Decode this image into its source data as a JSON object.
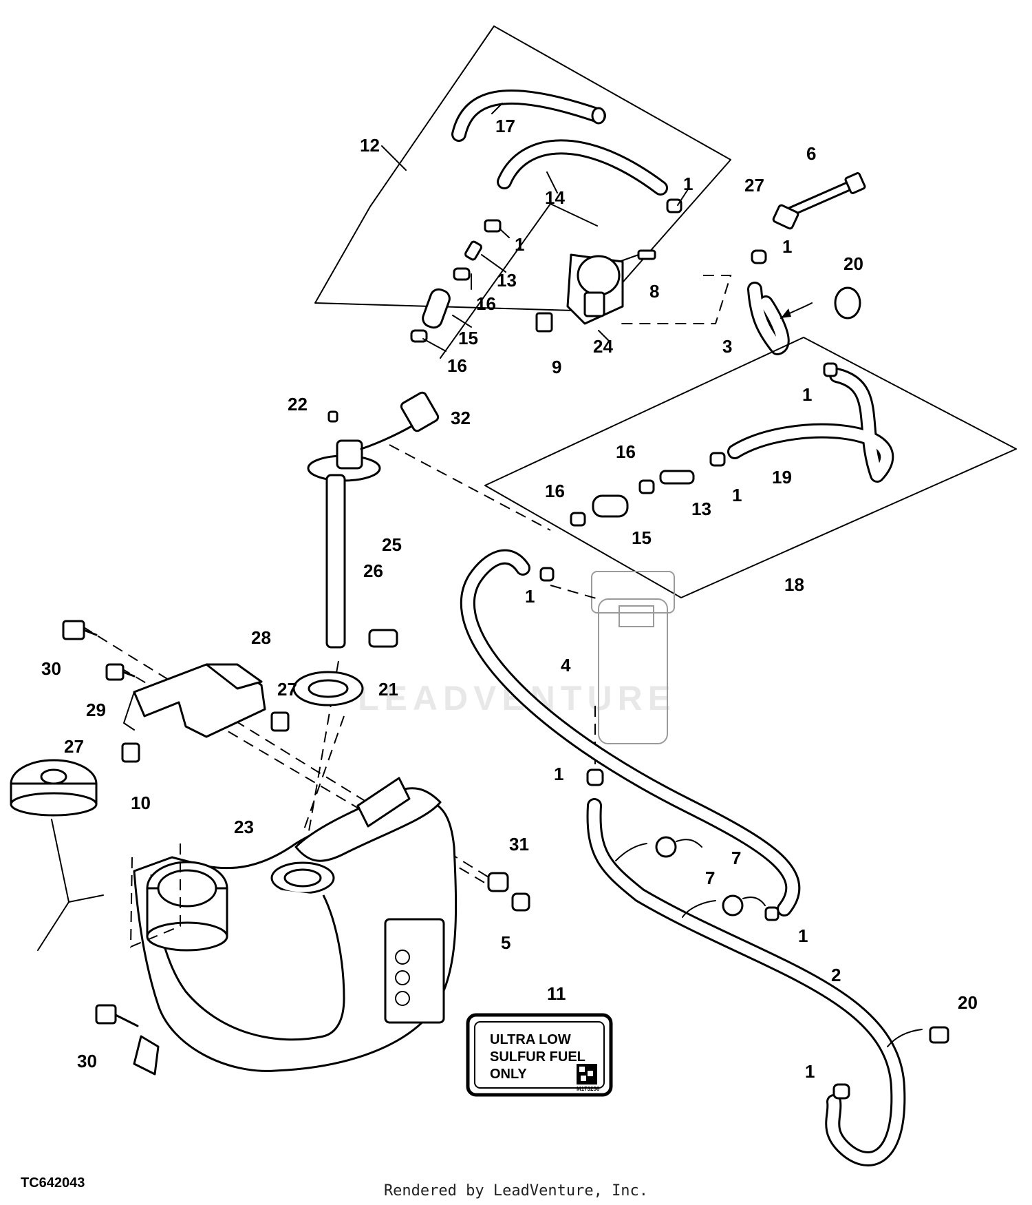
{
  "diagram": {
    "figure_id": "TC642043",
    "credit": "Rendered by LeadVenture, Inc.",
    "watermark": "LEADVENTURE",
    "decal": {
      "lines": [
        "ULTRA LOW",
        "SULFUR FUEL",
        "ONLY"
      ],
      "part_code": "M173256"
    },
    "callouts": [
      {
        "id": "c17",
        "text": "17"
      },
      {
        "id": "c12",
        "text": "12"
      },
      {
        "id": "c14",
        "text": "14"
      },
      {
        "id": "c1a",
        "text": "1"
      },
      {
        "id": "c1b",
        "text": "1"
      },
      {
        "id": "c13a",
        "text": "13"
      },
      {
        "id": "c16a",
        "text": "16"
      },
      {
        "id": "c15a",
        "text": "15"
      },
      {
        "id": "c16b",
        "text": "16"
      },
      {
        "id": "c6",
        "text": "6"
      },
      {
        "id": "c27a",
        "text": "27"
      },
      {
        "id": "c1c",
        "text": "1"
      },
      {
        "id": "c20a",
        "text": "20"
      },
      {
        "id": "c8",
        "text": "8"
      },
      {
        "id": "c24",
        "text": "24"
      },
      {
        "id": "c9",
        "text": "9"
      },
      {
        "id": "c3",
        "text": "3"
      },
      {
        "id": "c22",
        "text": "22"
      },
      {
        "id": "c32",
        "text": "32"
      },
      {
        "id": "c1d",
        "text": "1"
      },
      {
        "id": "c16c",
        "text": "16"
      },
      {
        "id": "c19",
        "text": "19"
      },
      {
        "id": "c16d",
        "text": "16"
      },
      {
        "id": "c13b",
        "text": "13"
      },
      {
        "id": "c1e",
        "text": "1"
      },
      {
        "id": "c15b",
        "text": "15"
      },
      {
        "id": "c18",
        "text": "18"
      },
      {
        "id": "c25",
        "text": "25"
      },
      {
        "id": "c26",
        "text": "26"
      },
      {
        "id": "c1f",
        "text": "1"
      },
      {
        "id": "c4",
        "text": "4"
      },
      {
        "id": "c30a",
        "text": "30"
      },
      {
        "id": "c28",
        "text": "28"
      },
      {
        "id": "c29",
        "text": "29"
      },
      {
        "id": "c27b",
        "text": "27"
      },
      {
        "id": "c21",
        "text": "21"
      },
      {
        "id": "c27c",
        "text": "27"
      },
      {
        "id": "c10",
        "text": "10"
      },
      {
        "id": "c1g",
        "text": "1"
      },
      {
        "id": "c23",
        "text": "23"
      },
      {
        "id": "c31",
        "text": "31"
      },
      {
        "id": "c7a",
        "text": "7"
      },
      {
        "id": "c7b",
        "text": "7"
      },
      {
        "id": "c5",
        "text": "5"
      },
      {
        "id": "c1h",
        "text": "1"
      },
      {
        "id": "c11",
        "text": "11"
      },
      {
        "id": "c2",
        "text": "2"
      },
      {
        "id": "c20b",
        "text": "20"
      },
      {
        "id": "c30b",
        "text": "30"
      },
      {
        "id": "c1i",
        "text": "1"
      }
    ]
  }
}
